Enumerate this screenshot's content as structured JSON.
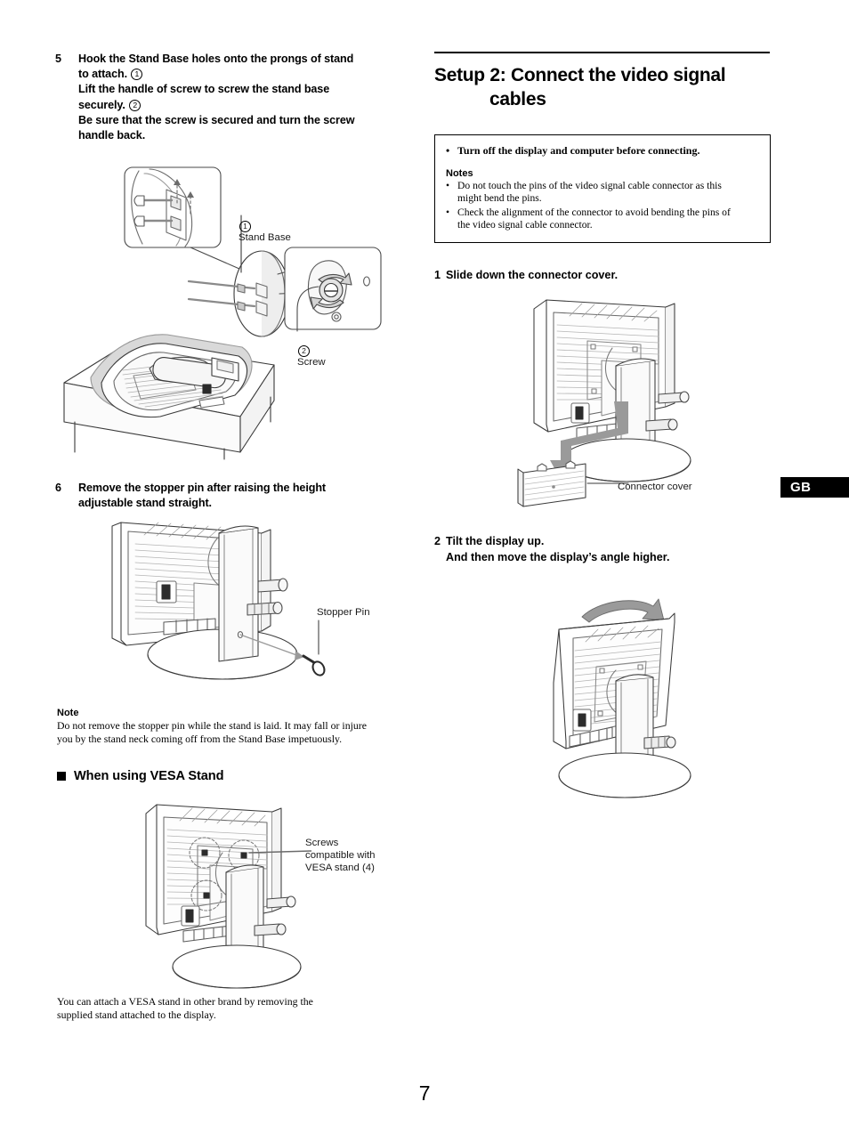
{
  "document": {
    "page_number": "7",
    "edition_tab": "GB"
  },
  "left_column": {
    "step5": {
      "number": "5",
      "lines": [
        "Hook the Stand Base holes onto the prongs of stand",
        "to attach. ①",
        "Lift the handle of screw to screw the stand base",
        "securely. ②",
        "Be sure that the screw is secured and turn the screw",
        "handle back."
      ],
      "line1": "Hook the Stand Base holes onto the prongs of stand",
      "line2_pre": "to attach.",
      "line2_circle": "1",
      "line3": "Lift the handle of screw to screw the stand base",
      "line4_pre": "securely.",
      "line4_circle": "2",
      "line5": "Be sure that the screw is secured and turn the screw",
      "line6": "handle back."
    },
    "figure5_labels": {
      "stand_base": "Stand Base",
      "stand_base_circle": "1",
      "screw": "Screw",
      "screw_circle": "2"
    },
    "step6": {
      "number": "6",
      "line1": "Remove the stopper pin after raising the height",
      "line2": "adjustable stand straight."
    },
    "figure6_labels": {
      "stopper_pin": "Stopper Pin"
    },
    "note": {
      "heading": "Note",
      "line1": "Do not remove the stopper pin while the stand is laid. It may fall or injure",
      "line2": "you by the stand neck coming off from the Stand Base impetuously."
    },
    "vesa_section": {
      "heading": "When using VESA Stand",
      "figure_label": "Screws\ncompatible with\nVESA stand (4)",
      "body_line1": "You can attach a VESA stand in other brand by removing the",
      "body_line2": "supplied stand attached to the display."
    }
  },
  "right_column": {
    "setup_title": {
      "line1": "Setup 2: Connect the video signal",
      "line2": "cables"
    },
    "caution_box": {
      "lead_bullet": "•",
      "lead": "Turn off the display and computer before connecting.",
      "notes_heading": "Notes",
      "notes": [
        "Do not touch the pins of the video signal cable connector as this might bend the pins.",
        "Check the alignment of the connector to avoid bending the pins of the video signal cable connector."
      ],
      "note1_line1": "Do not touch the pins of the video signal cable connector as this",
      "note1_line2": "might bend the pins.",
      "note2_line1": "Check the alignment of the connector to avoid bending the pins of",
      "note2_line2": "the video signal cable connector."
    },
    "step1": {
      "number": "1",
      "text": "Slide down the connector cover."
    },
    "figure1_labels": {
      "connector_cover": "Connector cover"
    },
    "step2": {
      "number": "2",
      "line1": "Tilt the display up.",
      "line2": "And then move the display’s angle higher."
    }
  },
  "colors": {
    "ink": "#000000",
    "line_art": "#2b2b2b",
    "shade_gray": "#b9b9b9",
    "light_gray": "#d8d8d8",
    "tab_background": "#000000",
    "tab_text": "#ffffff"
  }
}
